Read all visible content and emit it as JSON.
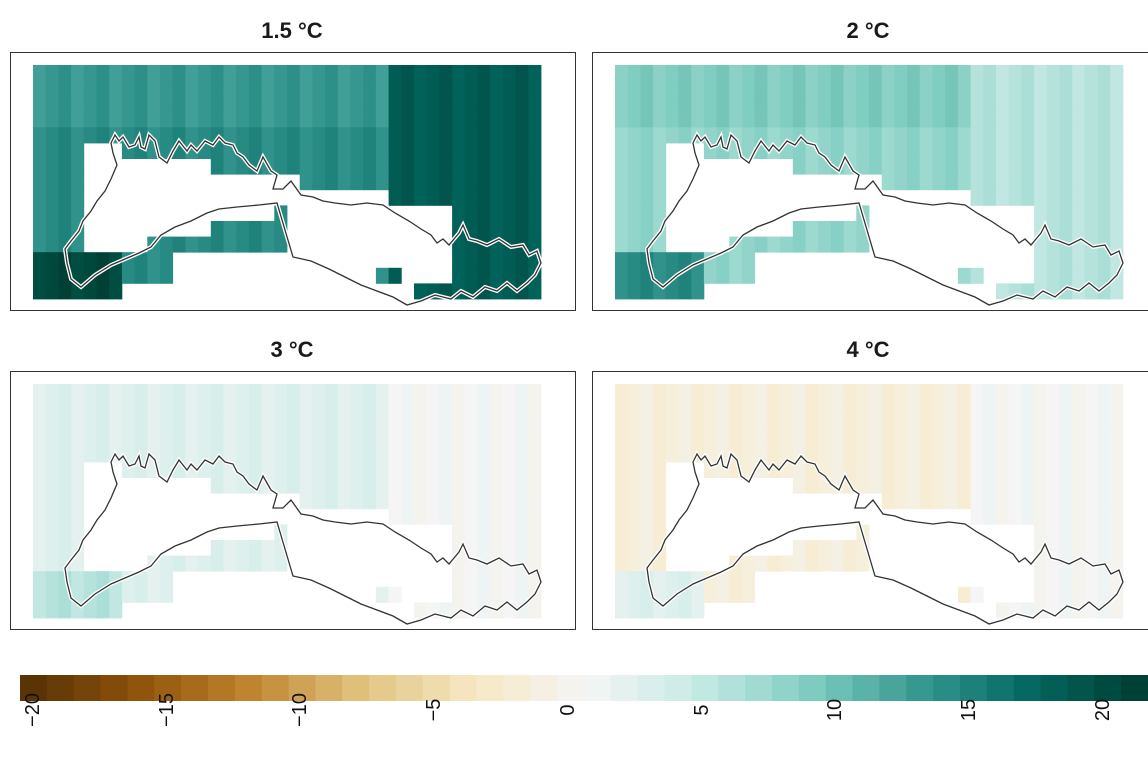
{
  "panels": [
    {
      "title": "1.5 °C",
      "mean_value": 13,
      "east_value": 17,
      "mid_north_value": 12,
      "southwest_value": 19
    },
    {
      "title": "2 °C",
      "mean_value": 7,
      "east_value": 5,
      "mid_north_value": 8,
      "southwest_value": 13
    },
    {
      "title": "3 °C",
      "mean_value": 2,
      "east_value": 0,
      "mid_north_value": 2,
      "southwest_value": 5
    },
    {
      "title": "4 °C",
      "mean_value": -2,
      "east_value": 0,
      "mid_north_value": -2,
      "southwest_value": 2
    }
  ],
  "colorbar": {
    "min": -20,
    "max": 20,
    "ticks": [
      "−20",
      "−15",
      "−10",
      "−5",
      "0",
      "5",
      "10",
      "15",
      "20"
    ],
    "tick_values": [
      -20,
      -15,
      -10,
      -5,
      0,
      5,
      10,
      15,
      20
    ],
    "palette": [
      "#543005",
      "#8c510a",
      "#bf812d",
      "#dfc27d",
      "#f6e8c3",
      "#f5f5f5",
      "#c7eae5",
      "#80cdc1",
      "#35978f",
      "#01665e",
      "#003c30"
    ]
  }
}
